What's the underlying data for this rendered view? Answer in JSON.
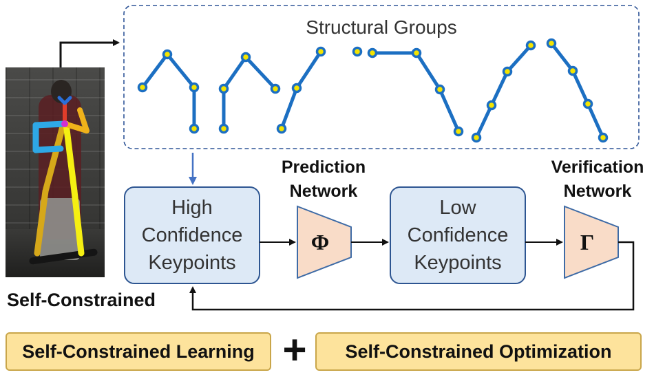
{
  "structural_groups": {
    "title": "Structural Groups"
  },
  "high_box": {
    "lines": [
      "High",
      "Confidence",
      "Keypoints"
    ]
  },
  "low_box": {
    "lines": [
      "Low",
      "Confidence",
      "Keypoints"
    ]
  },
  "prediction": {
    "lines": [
      "Prediction",
      "Network"
    ],
    "symbol": "Φ"
  },
  "verification": {
    "lines": [
      "Verification",
      "Network"
    ],
    "symbol": "Γ"
  },
  "self_constrained_label": "Self-Constrained",
  "bottom": {
    "learning": "Self-Constrained Learning",
    "plus": "+",
    "optimization": "Self-Constrained Optimization"
  },
  "colors": {
    "keypoint_line": "#1c6fc2",
    "keypoint_dot": "#f4e400",
    "box_fill": "#dde9f6",
    "box_stroke": "#2d5591",
    "trap_fill": "#f9dcc8",
    "trap_stroke": "#3e6ba6",
    "pill_fill": "#fde39c"
  }
}
